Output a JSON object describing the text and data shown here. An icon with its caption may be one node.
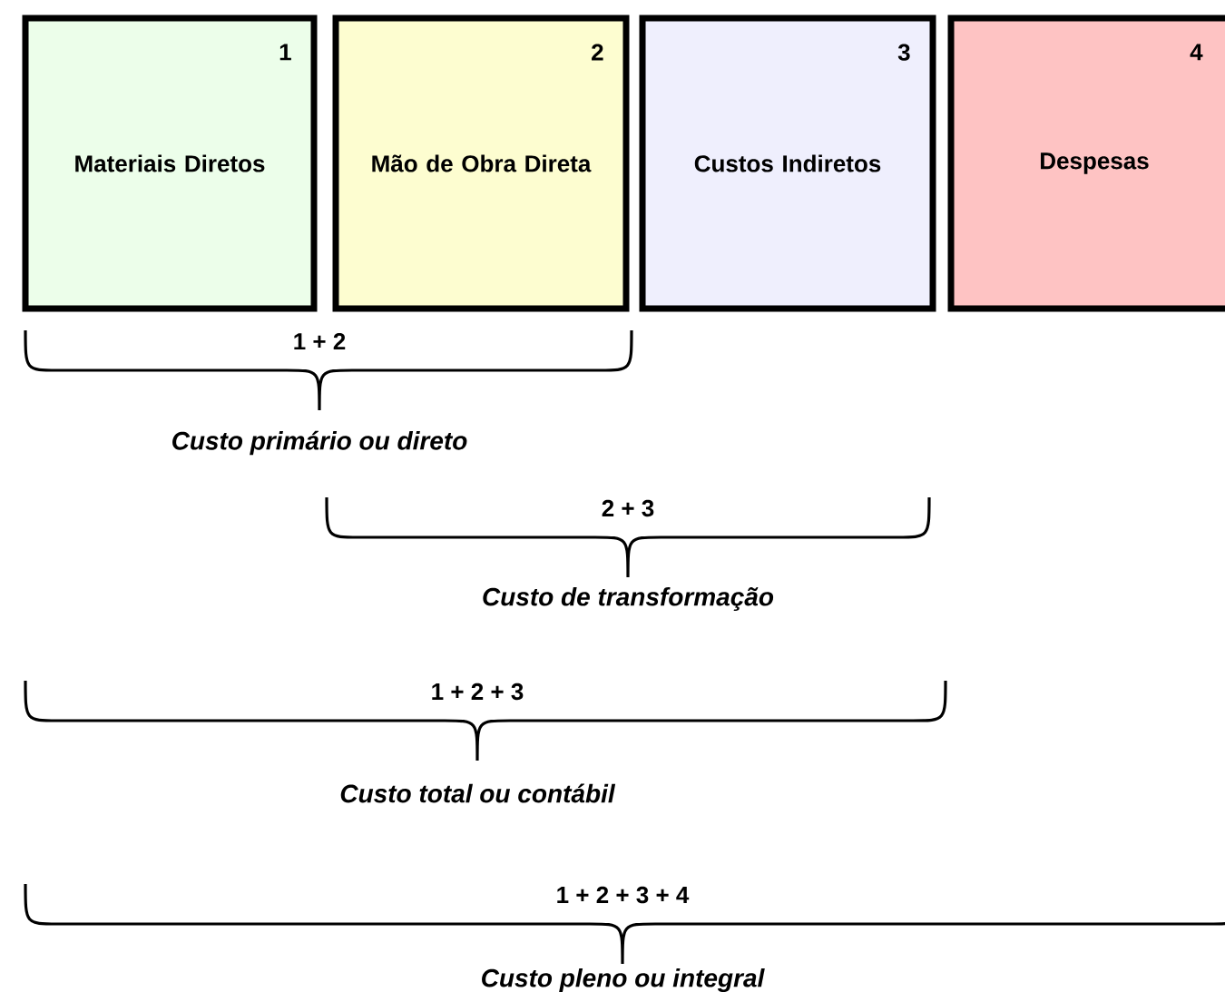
{
  "diagram": {
    "nodes": [
      {
        "text": [
          "1",
          "Materiais Diretos"
        ]
      },
      {
        "text": [
          "2",
          "Mão de Obra Direta"
        ]
      },
      {
        "text": [
          "3",
          "Custos Indiretos"
        ]
      },
      {
        "text": [
          "4",
          "Despesas"
        ]
      }
    ],
    "labels": [
      "1 + 2",
      "Custo primário ou direto",
      "2 + 3",
      "Custo de transformação",
      "1 + 2 + 3",
      "Custo total ou contábil",
      "1 + 2 + 3 + 4",
      "Custo pleno ou integral"
    ]
  }
}
